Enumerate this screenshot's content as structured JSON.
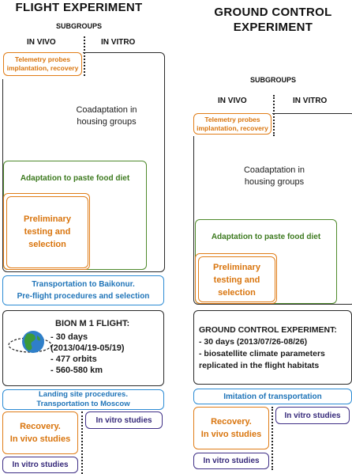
{
  "flight": {
    "title": "FLIGHT EXPERIMENT",
    "subgroups": "SUBGROUPS",
    "in_vivo": "IN VIVO",
    "in_vitro": "IN VITRO",
    "telemetry": "Telemetry probes\nimplantation, recovery",
    "coadaptation": "Coadaptation in\nhousing groups",
    "paste_food": "Adaptation to paste food diet",
    "preliminary": "Preliminary\ntesting and\nselection",
    "transport": "Transportation to Baikonur.\nPre-flight procedures and selection",
    "bion_title": "BION M 1 FLIGHT:",
    "bion_lines": "- 30 days\n(2013/04/19-05/19)\n- 477 orbits\n- 560-580 km",
    "landing": "Landing site procedures.\nTransportation to Moscow",
    "recovery": "Recovery.\nIn vivo studies",
    "in_vitro_studies_right": "In vitro studies",
    "in_vitro_studies_bottom": "In vitro studies"
  },
  "ground": {
    "title": "GROUND CONTROL\nEXPERIMENT",
    "subgroups": "SUBGROUPS",
    "in_vivo": "IN VIVO",
    "in_vitro": "IN VITRO",
    "telemetry": "Telemetry probes\nimplantation, recovery",
    "coadaptation": "Coadaptation in\nhousing groups",
    "paste_food": "Adaptation to paste food diet",
    "preliminary": "Preliminary\ntesting and\nselection",
    "gce_text": "GROUND CONTROL EXPERIMENT:\n- 30 days (2013/07/26-08/26)\n- biosatellite climate parameters\nreplicated in the flight habitats",
    "imitation": "Imitation of transportation",
    "recovery": "Recovery.\nIn vivo studies",
    "in_vitro_studies_right": "In vitro studies",
    "in_vitro_studies_bottom": "In vitro studies"
  },
  "colors": {
    "orange": "#e07d18",
    "green": "#4f8a2c",
    "blue": "#2b8bd4",
    "purple": "#3f2f86",
    "black": "#2a2a2a"
  },
  "icons": [
    "earth-orbit-icon"
  ]
}
